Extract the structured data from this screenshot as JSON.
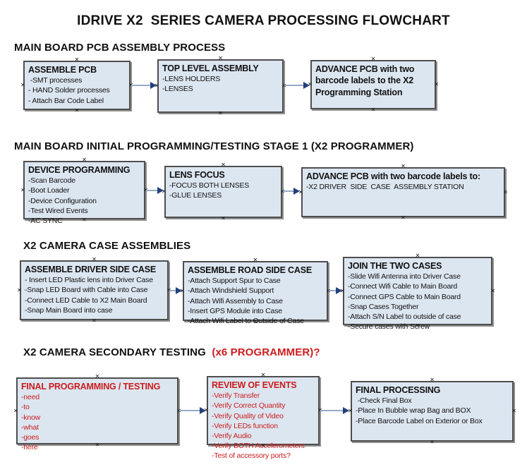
{
  "title": "IDRIVE X2  SERIES CAMERA PROCESSING FLOWCHART",
  "icons": {
    "connector_handle": "✕"
  },
  "colors": {
    "background": "#ffffff",
    "box_fill": "#dce6f1",
    "box_border": "#4e4e4e",
    "box_shadow": "#8f8f8f",
    "black_text": "#111111",
    "red_text": "#cc1c1c",
    "arrow_line": "#97aac7",
    "arrow_head": "#24407c"
  },
  "sections": [
    {
      "heading": "MAIN BOARD PCB ASSEMBLY PROCESS",
      "heading_accent": "",
      "boxes": [
        {
          "title": "ASSEMBLE PCB",
          "items": [
            " -SMT processes",
            "- HAND Solder processes",
            "- Attach Bar Code Label"
          ]
        },
        {
          "title": "TOP LEVEL ASSEMBLY",
          "items": [
            "-LENS HOLDERS",
            "-LENSES"
          ]
        },
        {
          "title": "ADVANCE PCB with two barcode labels to the X2 Programming Station",
          "items": []
        }
      ]
    },
    {
      "heading": "MAIN BOARD INITIAL PROGRAMMING/TESTING STAGE 1 (X2 PROGRAMMER)",
      "heading_accent": "",
      "boxes": [
        {
          "title": "DEVICE PROGRAMMING",
          "items": [
            "-Scan Barcode",
            "-Boot Loader",
            "-Device Configuration",
            "-Test Wired Events",
            "-AC SYNC"
          ]
        },
        {
          "title": "LENS FOCUS",
          "items": [
            "-FOCUS BOTH LENSES",
            "-GLUE LENSES"
          ]
        },
        {
          "title": "ADVANCE PCB with two barcode labels to:",
          "items": [
            "-X2 DRIVER  SIDE  CASE  ASSEMBLY STATION"
          ]
        }
      ]
    },
    {
      "heading": "X2 CAMERA CASE ASSEMBLIES",
      "heading_accent": "",
      "boxes": [
        {
          "title": "ASSEMBLE DRIVER SIDE CASE",
          "items": [
            "- Insert LED Plastic lens into Driver Case",
            "-Snap LED Board with Cable into Case",
            "-Connect LED Cable to X2 Main Board",
            "-Snap Main Board into case"
          ]
        },
        {
          "title": "ASSEMBLE ROAD SIDE CASE",
          "items": [
            "-Attach Support Spur to Case",
            "-Attach Windshield Support",
            "-Attach Wifi Assembly to Case",
            "-Insert GPS Module into Case",
            "-Attach Wifi Label to Outside of Case"
          ]
        },
        {
          "title": "JOIN THE TWO CASES",
          "items": [
            "-Slide Wifi Antenna into Driver Case",
            "-Connect Wifi Cable to Main Board",
            "-Connect GPS Cable to Main Board",
            "-Snap Cases Together",
            "-Attach S/N Label to outside of case",
            "-Secure cases with Screw"
          ]
        }
      ]
    },
    {
      "heading": "X2 CAMERA SECONDARY TESTING ",
      "heading_accent": " (x6 PROGRAMMER)?",
      "boxes": [
        {
          "title": "FINAL PROGRAMMING / TESTING",
          "items": [
            "-need",
            "-to",
            "-know",
            "-what",
            "-goes",
            "-here"
          ]
        },
        {
          "title": "REVIEW OF EVENTS",
          "items": [
            "-Verify Transfer",
            "-Verify Correct Quantity",
            "-Verify Quality of Video",
            "-Verify LEDs function",
            "-Verify Audio",
            "-Verify BOTH Accelerometers",
            "-Test of accessory ports?"
          ]
        },
        {
          "title": "FINAL PROCESSING",
          "items": [
            " -Check Final Box",
            "-Place In Bubble wrap Bag and BOX",
            "-Place Barcode Label on Exterior or Box"
          ]
        }
      ]
    }
  ]
}
